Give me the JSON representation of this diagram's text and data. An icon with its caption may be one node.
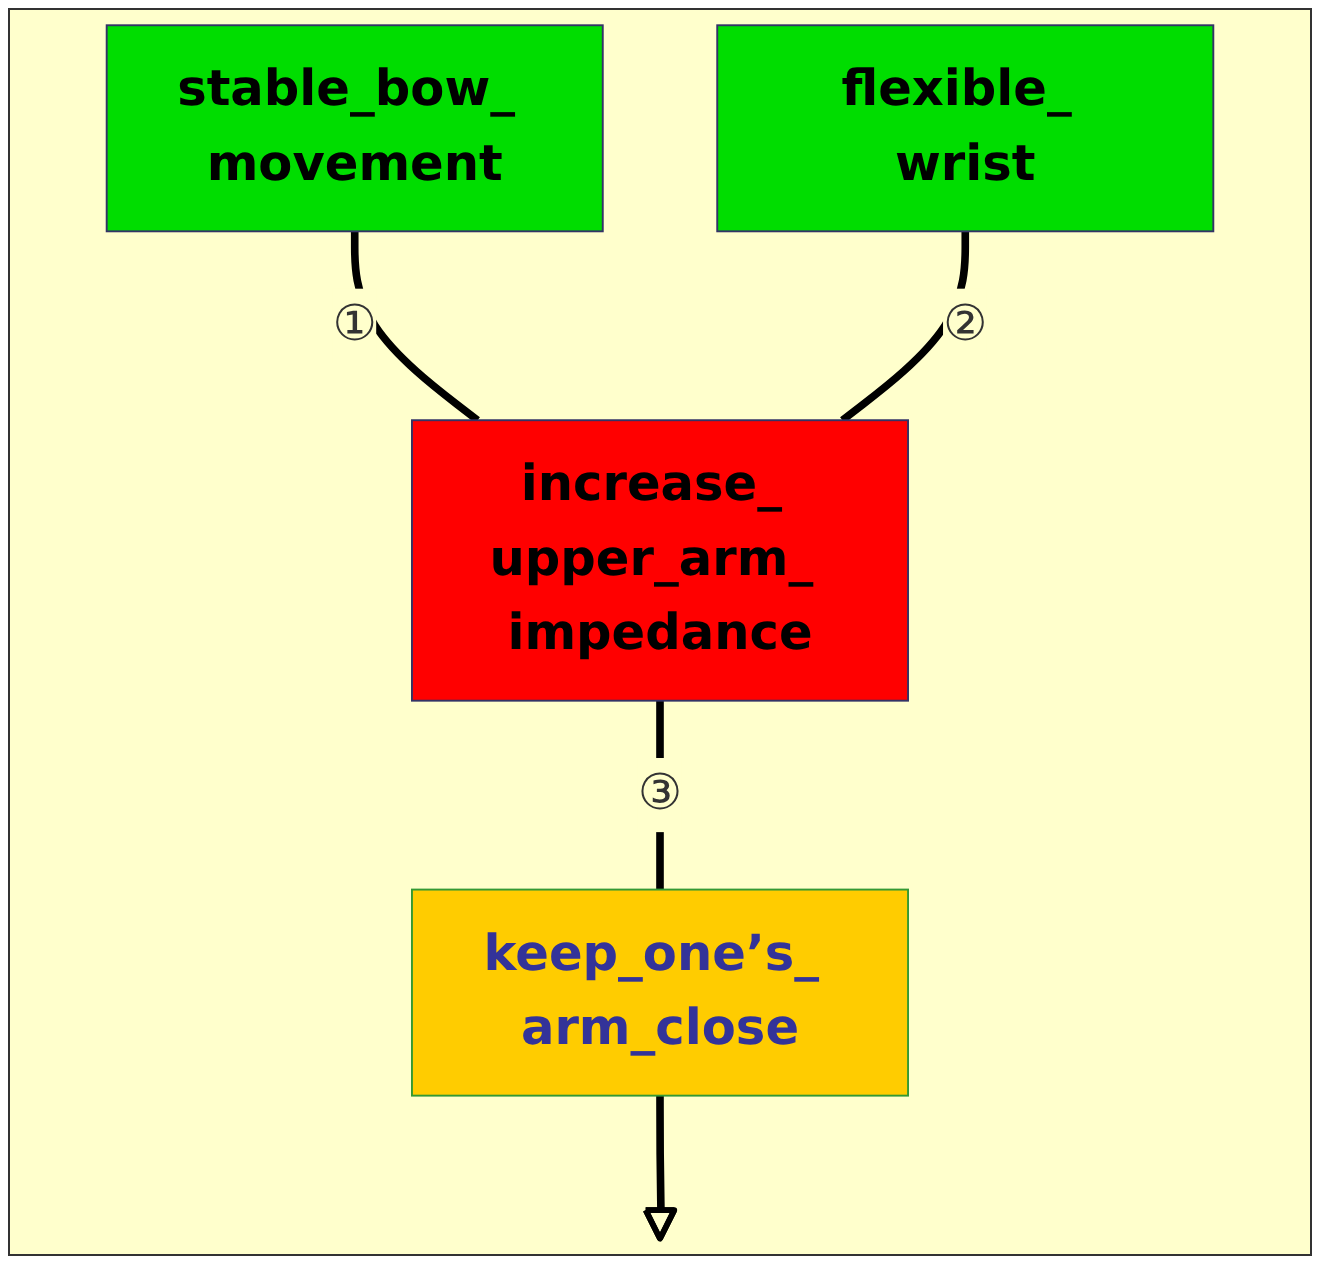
{
  "diagram": {
    "nodes": [
      {
        "text": [
          "stable_bow_ movement"
        ]
      },
      {
        "text": [
          "flexible_ wrist"
        ]
      },
      {
        "text": [
          "increase_ upper_arm_ impedance"
        ]
      },
      {
        "text": [
          "keep_one’s_ arm_close"
        ]
      },
      {
        "text": [],
        "shape": "ground"
      }
    ],
    "edges": [
      {
        "from": 0,
        "to": 2,
        "arrow": "none",
        "label": "①"
      },
      {
        "from": 1,
        "to": 2,
        "arrow": "none",
        "label": "②"
      },
      {
        "from": 2,
        "to": 3,
        "arrow": "none",
        "label": "③"
      },
      {
        "from": 3,
        "to": 4,
        "arrow": "none"
      }
    ]
  }
}
